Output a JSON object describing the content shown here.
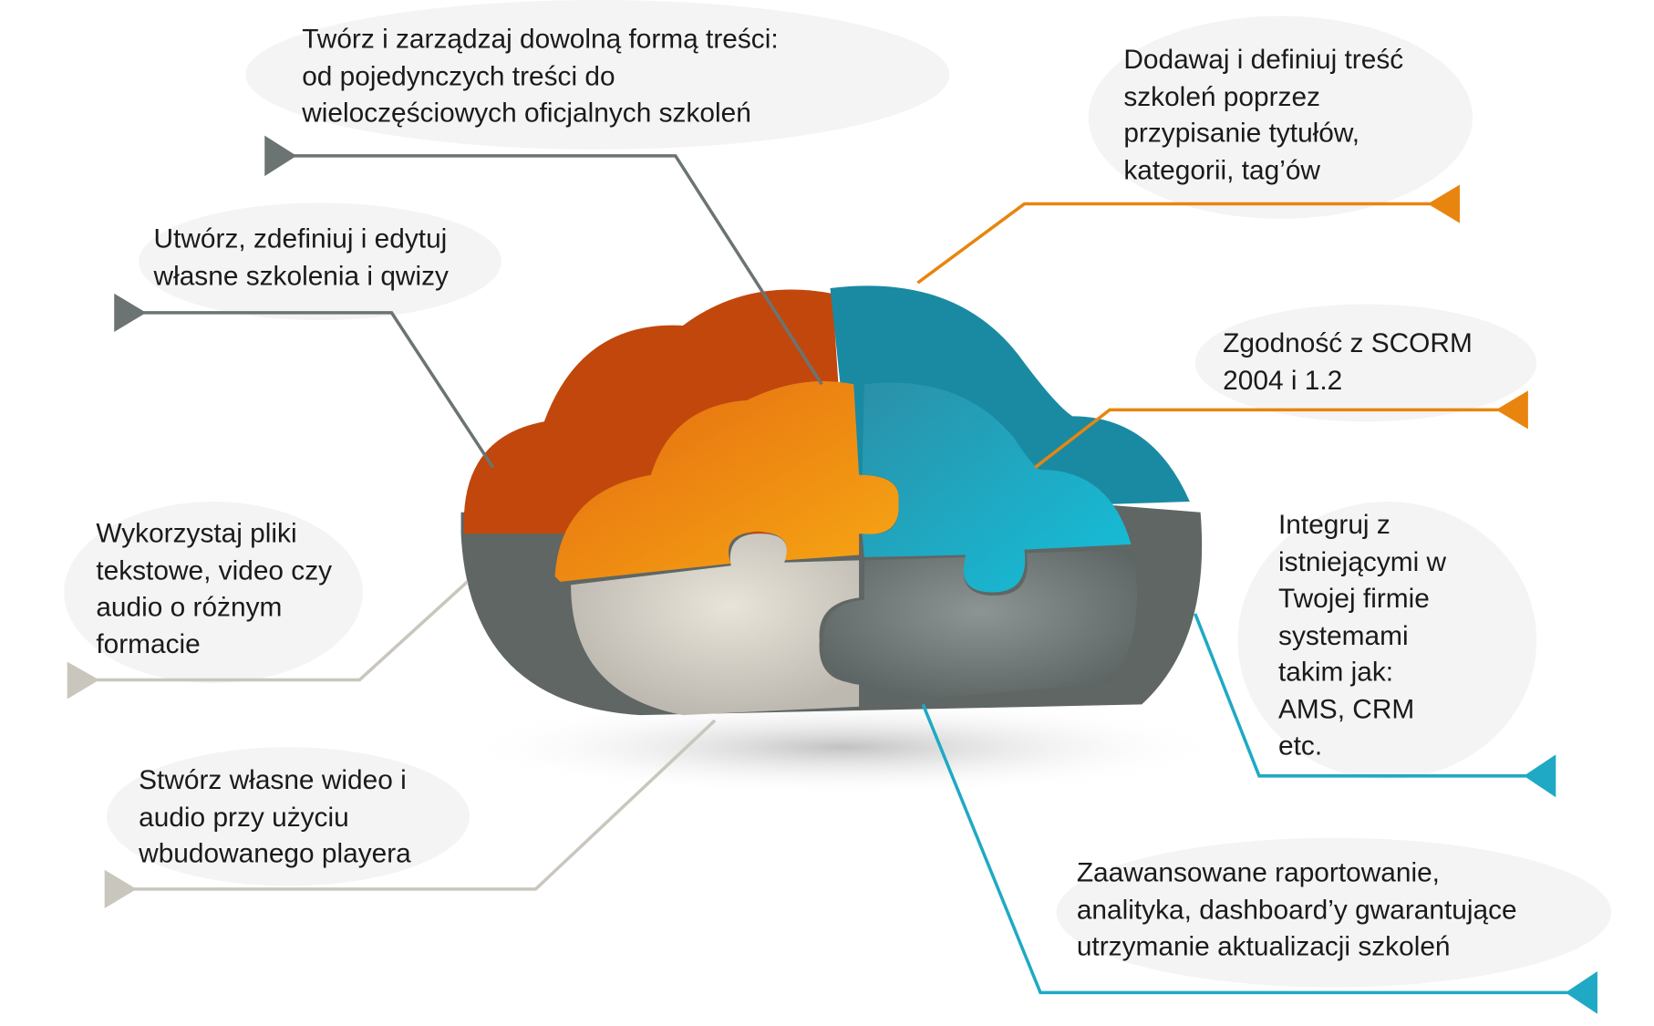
{
  "features": [
    {
      "id": "content",
      "text": "Twórz i zarządzaj dowolną formą treści:\nod pojedynczych treści do\nwieloczęściowych oficjalnych szkoleń"
    },
    {
      "id": "courses",
      "text": "Utwórz, zdefiniuj i edytuj\nwłasne szkolenia i qwizy"
    },
    {
      "id": "files",
      "text": "Wykorzystaj pliki\ntekstowe, video czy\naudio o różnym\nformacie"
    },
    {
      "id": "player",
      "text": "Stwórz własne wideo i\naudio przy użyciu\nwbudowanego playera"
    },
    {
      "id": "metadata",
      "text": "Dodawaj i definiuj treść\nszkoleń poprzez\nprzypisanie tytułów,\nkategorii, tag’ów"
    },
    {
      "id": "scorm",
      "text": "Zgodność z SCORM\n2004 i 1.2"
    },
    {
      "id": "integrations",
      "text": "Integruj z\nistniejącymi w\nTwojej firmie\nsystemami\ntakim jak:\nAMS, CRM\netc."
    },
    {
      "id": "reporting",
      "text": "Zaawansowane raportowanie,\nanalityka, dashboard’y gwarantujące\nutrzymanie aktualizacji szkoleń"
    }
  ],
  "colors": {
    "orange": "#e8850f",
    "teal": "#1fa9c4",
    "dark_gray": "#6b7472",
    "light_gray": "#c9c6bd"
  }
}
